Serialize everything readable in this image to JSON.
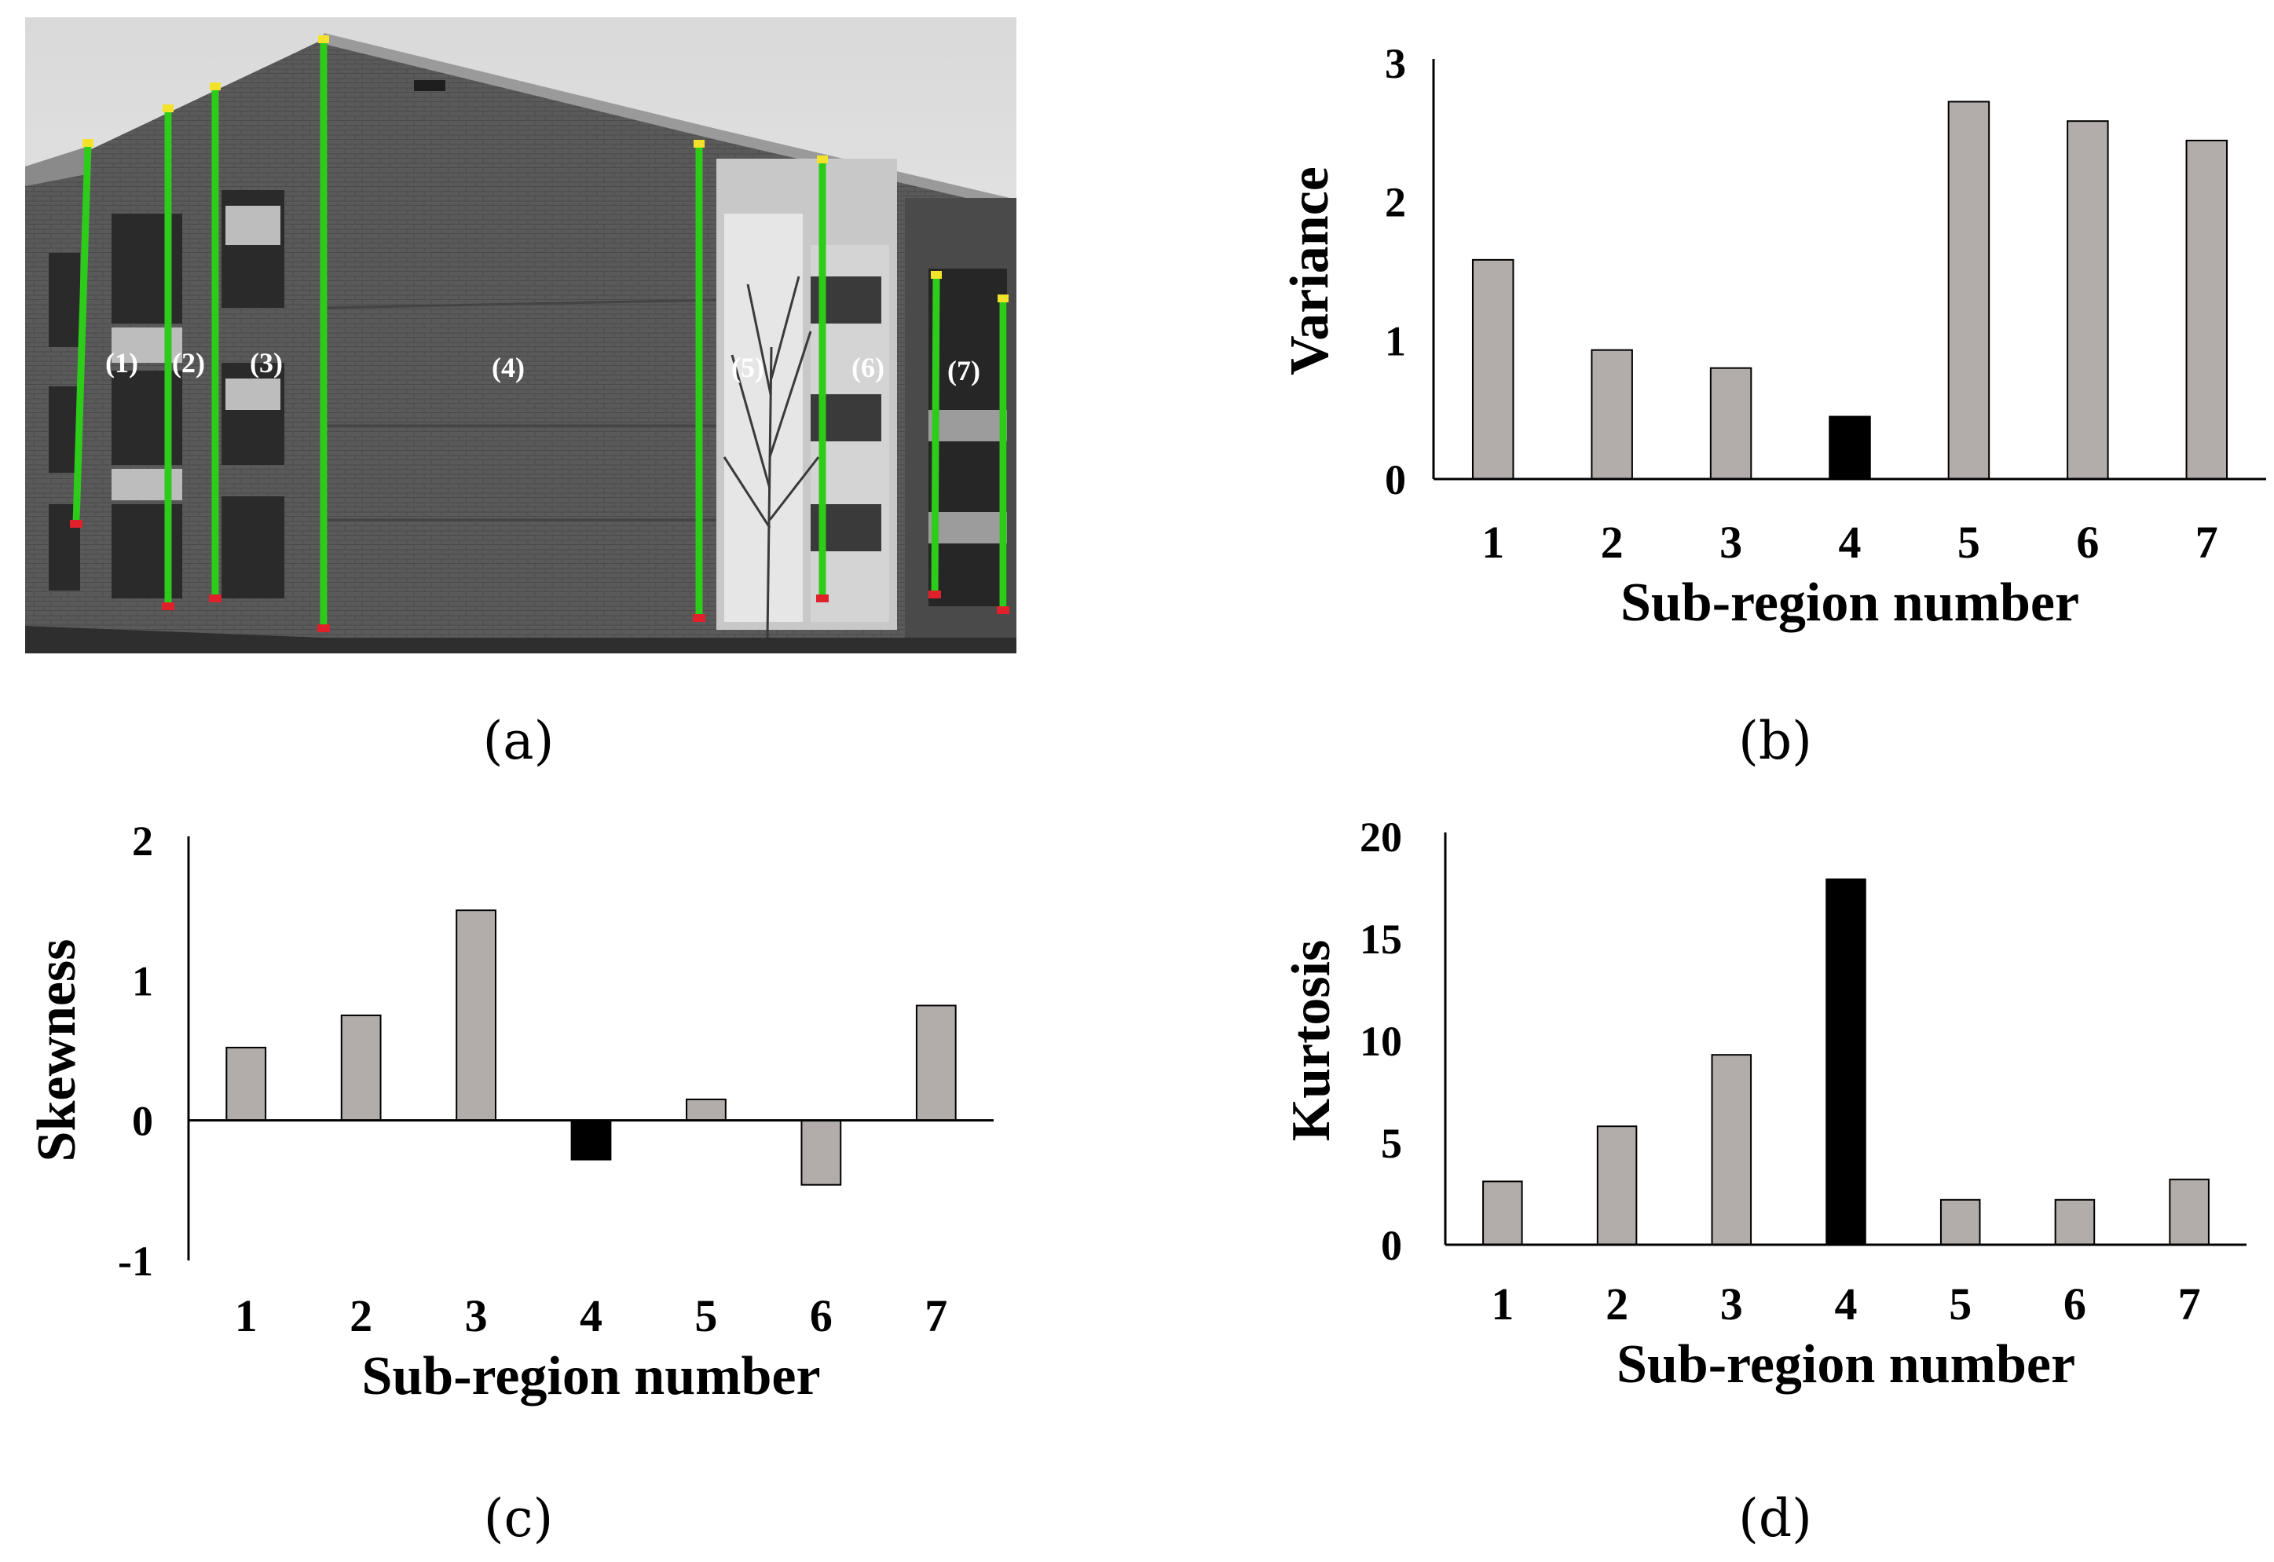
{
  "figure": {
    "photo": {
      "region_labels": [
        "(1)",
        "(2)",
        "(3)",
        "(4)",
        "(5)",
        "(6)",
        "(7)"
      ]
    },
    "captions": {
      "a": "(a)",
      "b": "(b)",
      "c": "(c)",
      "d": "(d)"
    }
  },
  "chart_data": [
    {
      "id": "b",
      "type": "bar",
      "categories": [
        "1",
        "2",
        "3",
        "4",
        "5",
        "6",
        "7"
      ],
      "values": [
        1.58,
        0.93,
        0.8,
        0.45,
        2.72,
        2.58,
        2.44
      ],
      "highlight_index": 3,
      "xlabel": "Sub-region number",
      "ylabel": "Variance",
      "ylim": [
        0,
        3
      ],
      "yticks": [
        "0",
        "1",
        "2",
        "3"
      ],
      "grid": false,
      "colors": {
        "bar": "#b2adab",
        "highlight": "#000000",
        "edge": "#000000"
      }
    },
    {
      "id": "c",
      "type": "bar",
      "categories": [
        "1",
        "2",
        "3",
        "4",
        "5",
        "6",
        "7"
      ],
      "values": [
        0.52,
        0.75,
        1.5,
        -0.28,
        0.15,
        -0.46,
        0.82
      ],
      "highlight_index": 3,
      "xlabel": "Sub-region number",
      "ylabel": "Skewness",
      "ylim": [
        -1,
        2
      ],
      "yticks": [
        "-1",
        "0",
        "1",
        "2"
      ],
      "grid": false,
      "colors": {
        "bar": "#b2adab",
        "highlight": "#000000",
        "edge": "#000000"
      }
    },
    {
      "id": "d",
      "type": "bar",
      "categories": [
        "1",
        "2",
        "3",
        "4",
        "5",
        "6",
        "7"
      ],
      "values": [
        3.1,
        5.8,
        9.3,
        17.9,
        2.2,
        2.2,
        3.2
      ],
      "highlight_index": 3,
      "xlabel": "Sub-region number",
      "ylabel": "Kurtosis",
      "ylim": [
        0,
        20
      ],
      "yticks": [
        "0",
        "5",
        "10",
        "15",
        "20"
      ],
      "grid": false,
      "colors": {
        "bar": "#b2adab",
        "highlight": "#000000",
        "edge": "#000000"
      }
    }
  ]
}
